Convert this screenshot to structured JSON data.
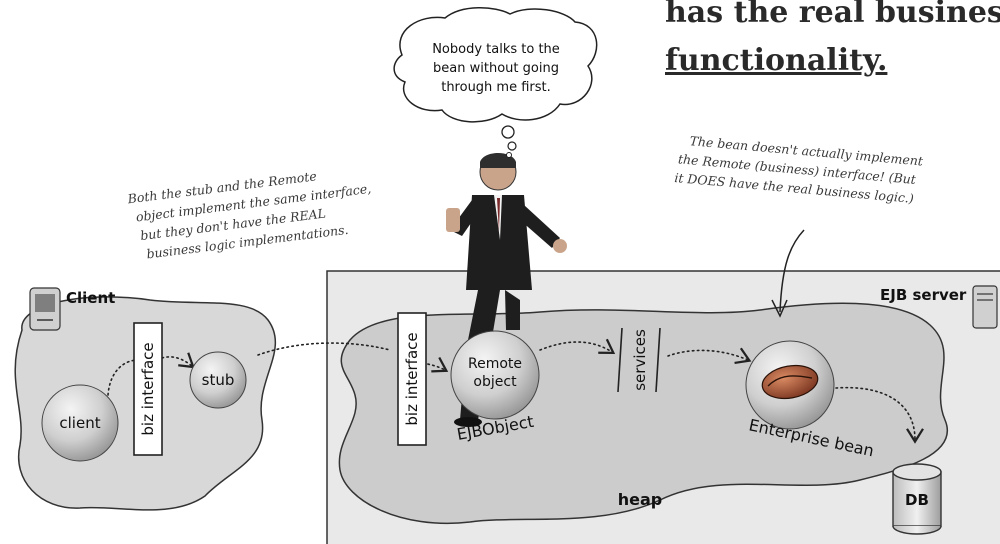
{
  "header_note": [
    "has the real business logic",
    "functionality."
  ],
  "speech_bubble": [
    "Nobody talks to the",
    "bean without going",
    "through me first."
  ],
  "note_left": [
    "Both the stub and the Remote",
    "object implement the same interface,",
    "but they don't have the REAL",
    "business logic implementations."
  ],
  "note_right": [
    "The bean doesn't actually implement",
    "the Remote (business) interface! (But",
    "it DOES have the real business logic.)"
  ],
  "client_label": "Client",
  "server_label": "EJB server",
  "heap_label": "heap",
  "nodes": {
    "client": "client",
    "stub": "stub",
    "biz_interface_client": "biz interface",
    "biz_interface_server": "biz interface",
    "remote_object": [
      "Remote",
      "object"
    ],
    "ejbobject": "EJBObject",
    "services": "services",
    "enterprise_bean": "Enterprise bean",
    "db": "DB"
  },
  "colors": {
    "blob_fill": "#d6d6d6",
    "server_fill": "#e6e6e6",
    "sphere": "#c9c9c9",
    "bean": "#b05a3a"
  }
}
